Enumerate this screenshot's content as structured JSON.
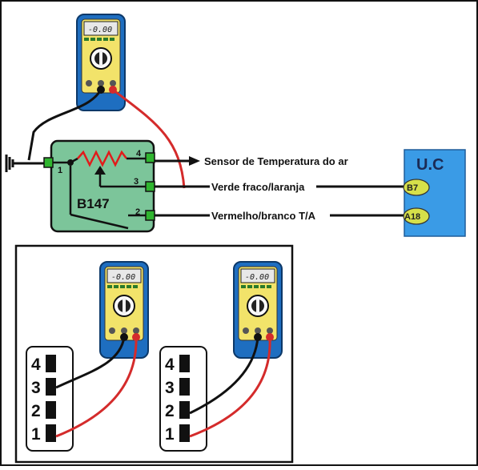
{
  "multimeter": {
    "display": "-0.00"
  },
  "sensor": {
    "label": "B147",
    "pins": [
      "4",
      "3",
      "2",
      "1"
    ]
  },
  "wires": {
    "pin4_label": "Sensor de Temperatura do ar",
    "pin3_label": "Verde fraco/laranja",
    "pin2_label": "Vermelho/branco T/A"
  },
  "ecu": {
    "label": "U.C",
    "pins": [
      "B7",
      "A18"
    ]
  },
  "connector": {
    "pins": [
      "4",
      "3",
      "2",
      "1"
    ]
  },
  "colors": {
    "meter_body": "#1e6ec0",
    "meter_face": "#f2e36a",
    "sensor_box": "#7cc59a",
    "ecu_box": "#3a9be6",
    "ecu_pin": "#d6e04a",
    "probe_red": "#d42b2b",
    "probe_black": "#111111"
  }
}
